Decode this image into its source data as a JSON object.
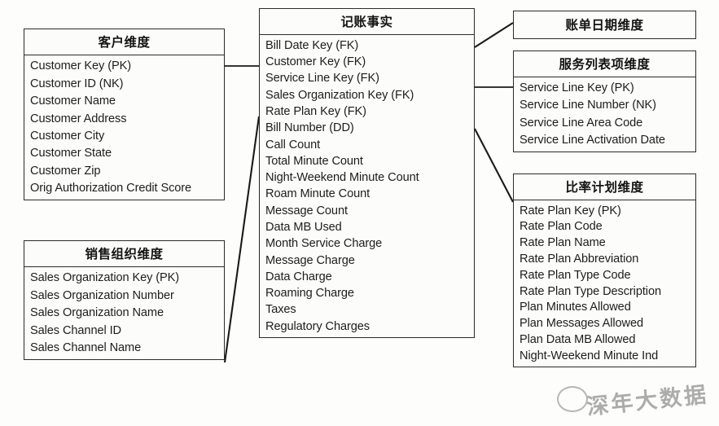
{
  "diagram": {
    "type": "star-schema",
    "title_fact": "记账事实",
    "colors": {
      "border": "#2b2b2b",
      "text": "#1d1d1d",
      "background": "#fdfdfb",
      "connector": "#1a1a1a"
    }
  },
  "entities": {
    "customer": {
      "title": "客户维度",
      "fields": [
        "Customer Key (PK)",
        "Customer ID (NK)",
        "Customer Name",
        "Customer Address",
        "Customer City",
        "Customer State",
        "Customer Zip",
        "Orig Authorization Credit Score"
      ]
    },
    "salesorg": {
      "title": "销售组织维度",
      "fields": [
        "Sales Organization Key (PK)",
        "Sales Organization Number",
        "Sales Organization Name",
        "Sales Channel ID",
        "Sales Channel Name"
      ]
    },
    "fact": {
      "title": "记账事实",
      "fields": [
        "Bill Date Key (FK)",
        "Customer Key (FK)",
        "Service Line Key (FK)",
        "Sales Organization Key (FK)",
        "Rate Plan Key (FK)",
        "Bill Number (DD)",
        "Call Count",
        "Total Minute Count",
        "Night-Weekend Minute Count",
        "Roam Minute Count",
        "Message Count",
        "Data MB Used",
        "Month Service Charge",
        "Message Charge",
        "Data Charge",
        "Roaming Charge",
        "Taxes",
        "Regulatory Charges"
      ]
    },
    "billdate": {
      "title": "账单日期维度",
      "fields": []
    },
    "serviceline": {
      "title": "服务列表项维度",
      "fields": [
        "Service Line Key (PK)",
        "Service Line Number (NK)",
        "Service Line Area Code",
        "Service Line Activation Date"
      ]
    },
    "rateplan": {
      "title": "比率计划维度",
      "fields": [
        "Rate Plan Key (PK)",
        "Rate Plan Code",
        "Rate Plan Name",
        "Rate Plan Abbreviation",
        "Rate Plan Type Code",
        "Rate Plan Type Description",
        "Plan Minutes Allowed",
        "Plan Messages Allowed",
        "Plan Data MB Allowed",
        "Night-Weekend Minute Ind"
      ]
    }
  },
  "watermark": {
    "text": "深年大数据",
    "subtext": "_________________"
  }
}
